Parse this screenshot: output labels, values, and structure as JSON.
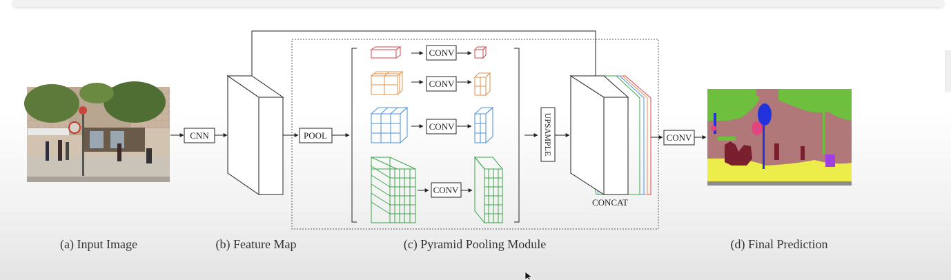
{
  "figure": {
    "boxes": {
      "cnn": "CNN",
      "pool": "POOL",
      "conv": "CONV",
      "upsample": "UPSAMPLE",
      "concat": "CONCAT"
    },
    "captions": {
      "input_image": "(a) Input Image",
      "feature_map": "(b) Feature Map",
      "pyramid_pooling": "(c) Pyramid Pooling Module",
      "final_prediction": "(d) Final Prediction"
    },
    "level_colors": [
      "#d9464f",
      "#e6924a",
      "#4a8fd9",
      "#3aa548"
    ],
    "segmentation_colors": {
      "sky": "#6fbf3f",
      "building": "#b07878",
      "road": "#ecec4a",
      "pedestrian": "#7a1f2e",
      "pole": "#2233dd",
      "sign": "#e0457f",
      "car": "#a040e0"
    }
  }
}
